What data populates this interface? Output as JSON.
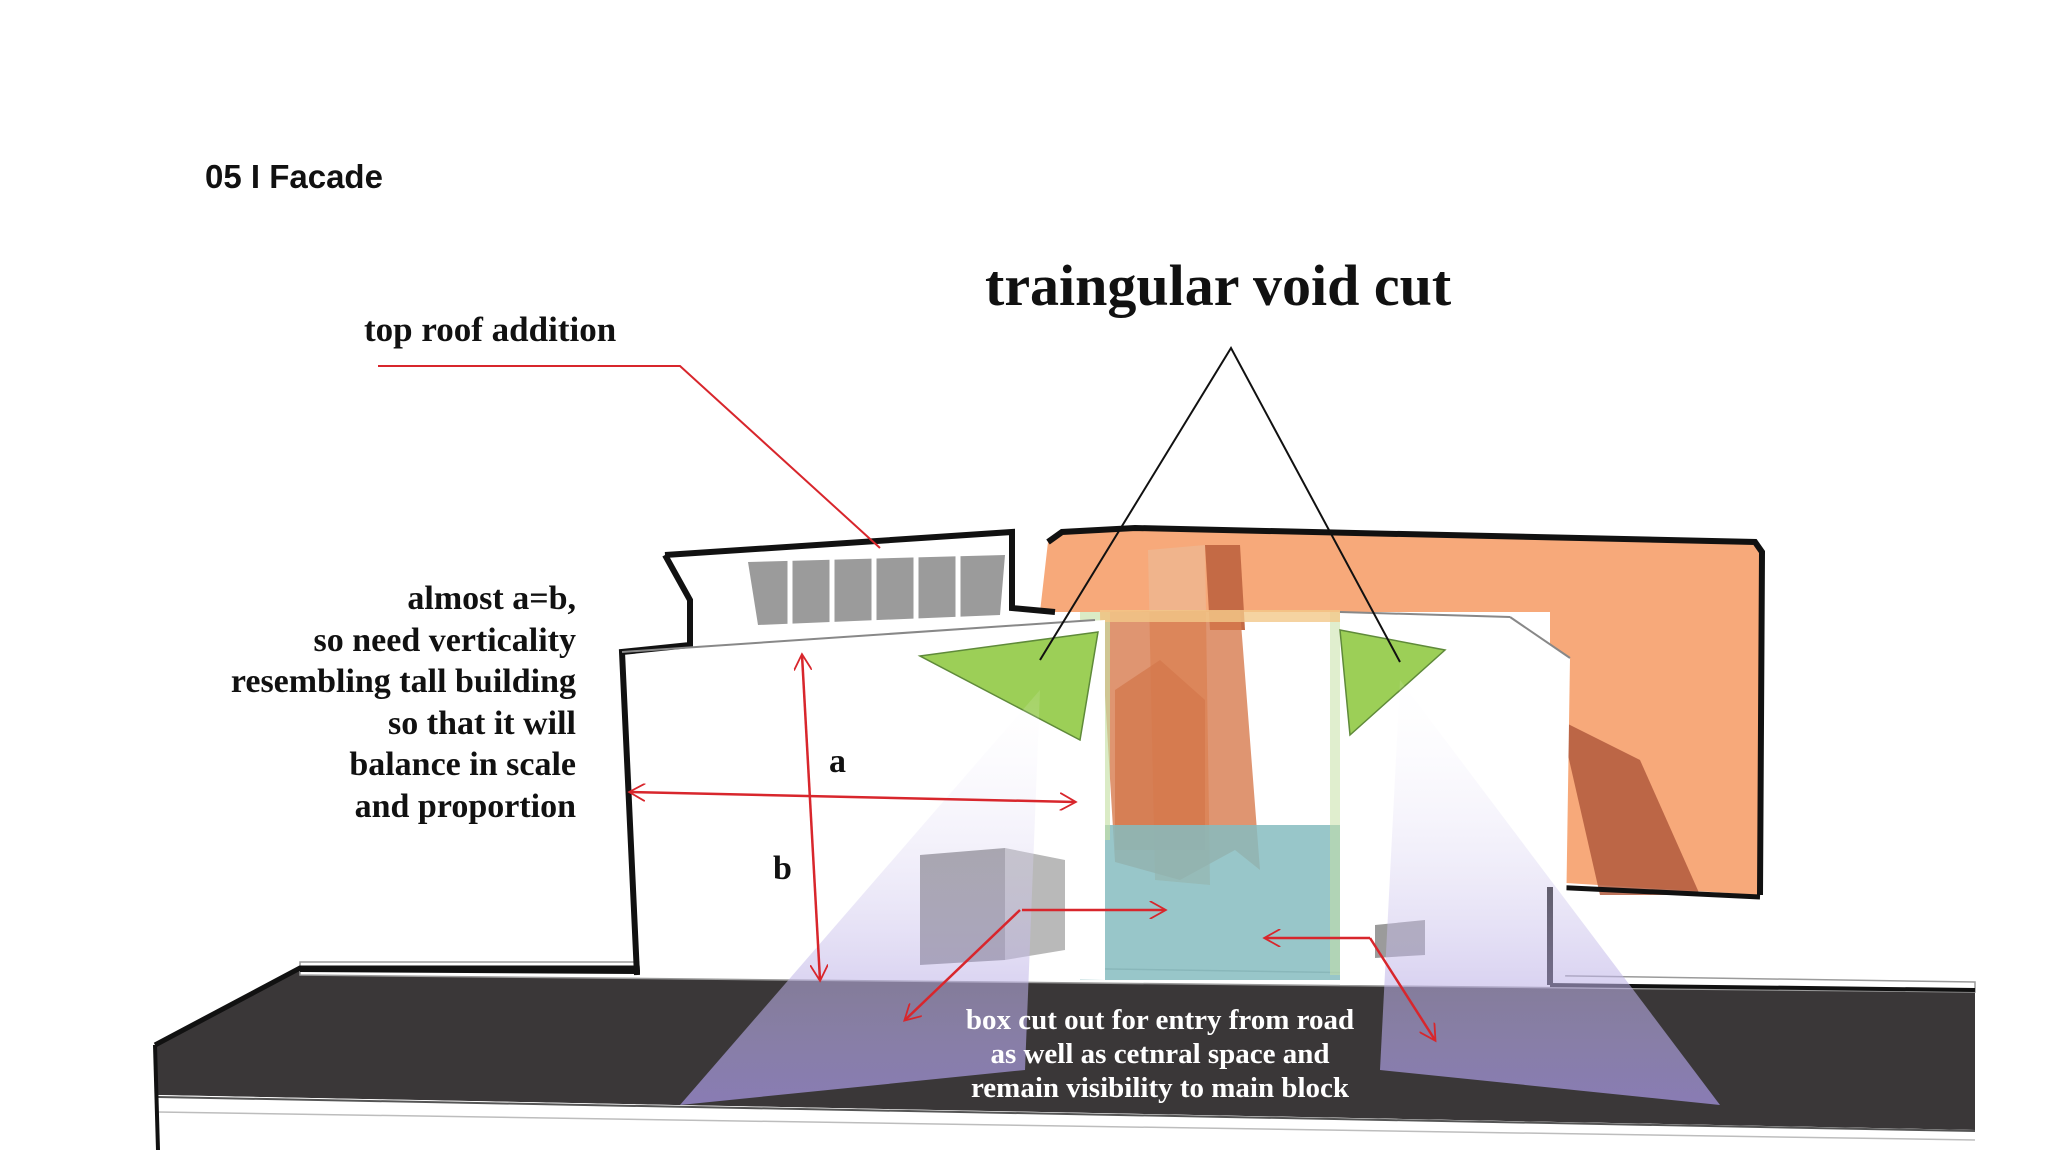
{
  "slide": {
    "title": "05 I Facade"
  },
  "annotations": {
    "main_caption": "traingular void cut",
    "roof_caption": "top roof addition",
    "proportion_note": [
      "almost a=b,",
      "so need verticality",
      "resembling tall building",
      "so that it will",
      "balance in scale",
      "and proportion"
    ],
    "dimension_a": "a",
    "dimension_b": "b",
    "entry_note": [
      "box cut out for entry from road",
      "as well as cetnral space and",
      "remain visibility to main block"
    ]
  },
  "colors": {
    "orange_block": "#f7a97a",
    "orange_shade": "#c46a45",
    "green_triangle": "#9ccf57",
    "void_blue": "#86bcc0",
    "road": "#3a3738",
    "outline": "#111111",
    "annotation_red": "#d8262c",
    "view_cone": "#b3a6e0"
  }
}
